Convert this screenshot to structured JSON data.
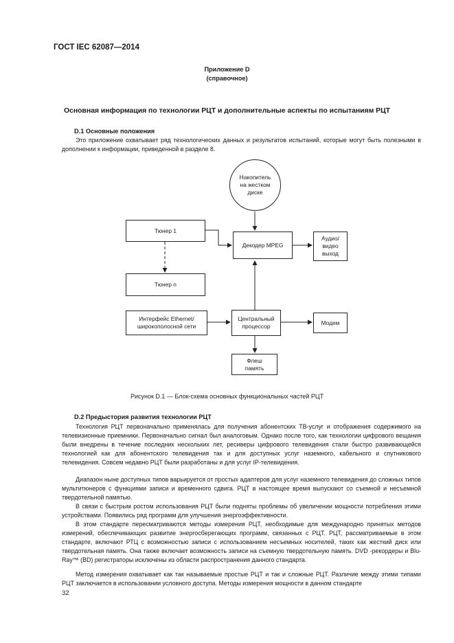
{
  "header": {
    "standard": "ГОСТ IEC 62087—2014"
  },
  "annex": {
    "title": "Приложение D",
    "subtitle": "(справочное)"
  },
  "main_title": "Основная информация по технологии РЦТ и дополнительные аспекты по испытаниям РЦТ",
  "section1": {
    "heading": "D.1  Основные положения",
    "para": "Это приложение охватывает ряд технологических данных и результатов испытаний, которые могут быть полезными в дополнении к информации, приведенной в разделе 8."
  },
  "diagram": {
    "hdd": "Накопитель\nна жестком\nдиске",
    "tuner1": "Тюнер 1",
    "decoder": "Декодер MPEG",
    "av_out": "Аудио/\nвидео\nвыход",
    "tunern": "Тюнер n",
    "ethernet": "Интерфейс Ethernet/\nширокополосной сети",
    "cpu": "Центральный\nпроцессор",
    "modem": "Модем",
    "flash": "Флеш\nпамять"
  },
  "figure_caption": "Рисунок D.1 — Блок-схема основных функциональных частей РЦТ",
  "section2": {
    "heading": "D.2  Предыстория развития технологии РЦТ",
    "paras": [
      "Технология РЦТ первоначально применялась для получения абонентских ТВ-услуг и отображения содержимого на телевизионные приемники. Первоначально сигнал был аналоговым. Однако после того, как технологии цифрового вещания были внедрены в течение последних нескольких лет, ресиверы цифрового телевидения стали быстро развивающейся технологией как для абонентского телевидения так и для доступных услуг наземного, кабельного и спутникового телевидения. Совсем недавно РЦТ были разработаны и для услуг IP-телевидения.",
      "Диапазон ныне доступных типов варьируется от простых адаптеров для услуг наземного телевидения до сложных типов мультитюнеров с функциями записи и временного сдвига. РЦТ в настоящее время выпускают со съемной и несъемной твердотельной памятью.",
      "В связи с быстрым ростом использования РЦТ были подняты проблемы об увеличении мощности потребления этими устройствами. Появились ряд программ для улучшения энергоэффективности.",
      "В этом стандарте пересматриваются методы измерения РЦТ, необходимые для международно принятых методов измерений, обеспечивающих развитие энергосберегающих программ, связанных с РЦТ. РЦТ, рассматриваемые в этом стандарте, включают РТЦ с возможностью записи с использованием несъемных носителей, таких как жесткий диск или твердотельная память. Она также включает возможность записи на съемную твердотельную память. DVD -рекордеры и Blu-Ray™ (BD) регистраторы исключены из области распространения данного стандарта.",
      "Метод измерения охватывает как так называемые простые РЦТ и так и сложные РЦТ. Различие между этими типами РЦТ заключается в использовании условного доступа. Методы измерения мощности в данном стандарте"
    ]
  },
  "page_number": "32"
}
